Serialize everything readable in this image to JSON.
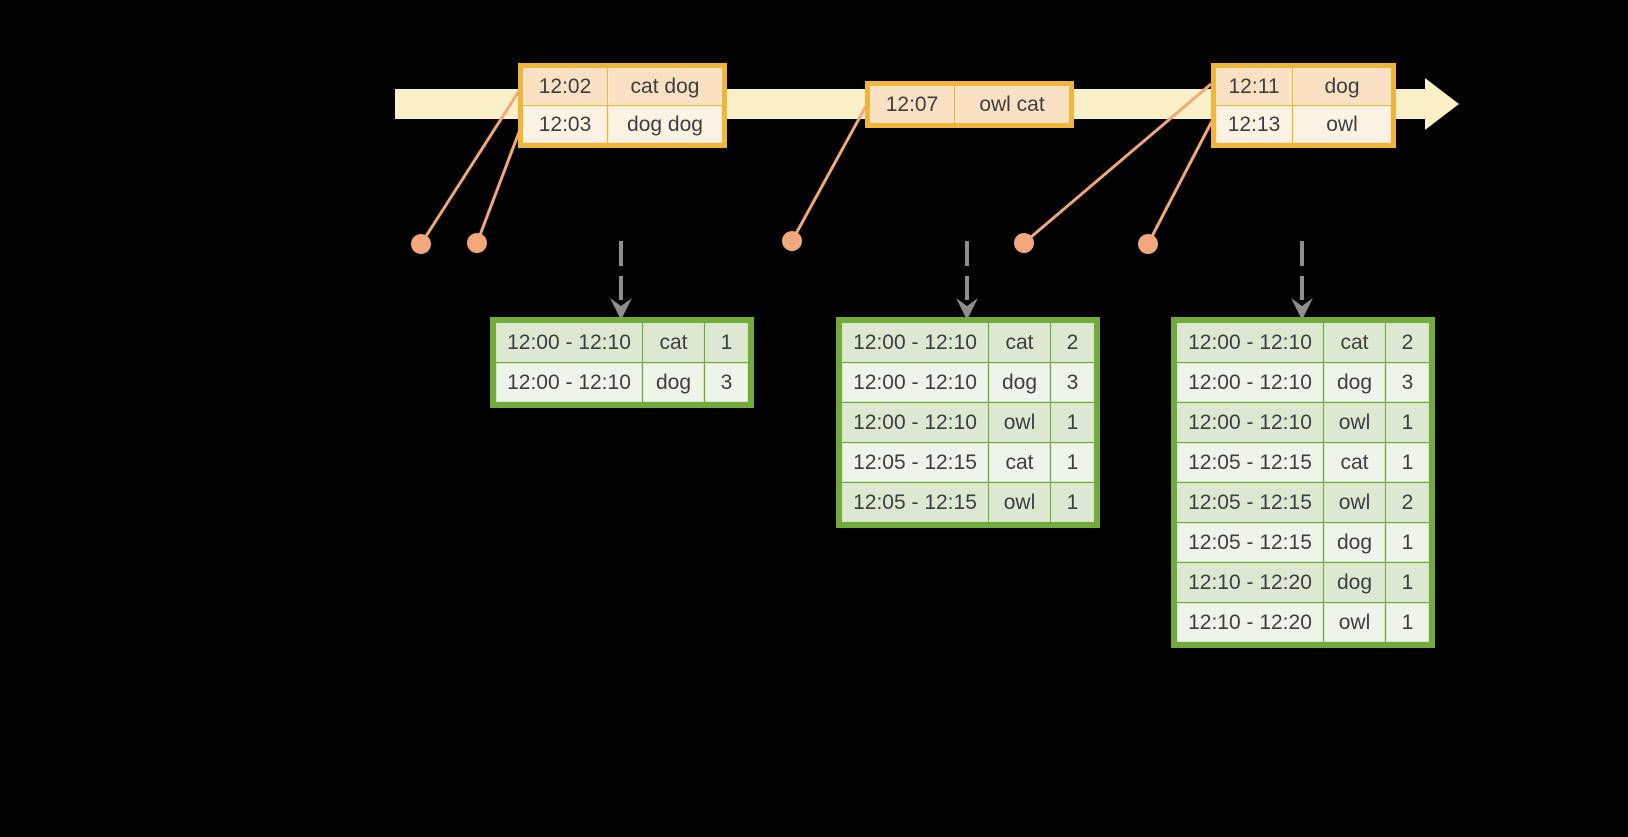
{
  "diagram": {
    "name": "windowed word-count streaming timeline",
    "colors": {
      "background": "#000000",
      "timeline_band": "#fbf0c7",
      "event_border": "#f2b53c",
      "event_row_dark": "#fae1c4",
      "event_row_light": "#fdf3e4",
      "marker_salmon": "#f0a87c",
      "trigger_arrow_gray": "#8e8e8e",
      "result_border": "#73aa3e",
      "result_row_dark": "#dce8d1",
      "result_row_light": "#eff4ea",
      "text": "#3e3e3e"
    },
    "event_tables": [
      {
        "rows": [
          {
            "time": "12:02",
            "words": "cat dog"
          },
          {
            "time": "12:03",
            "words": "dog dog"
          }
        ]
      },
      {
        "rows": [
          {
            "time": "12:07",
            "words": "owl cat"
          }
        ]
      },
      {
        "rows": [
          {
            "time": "12:11",
            "words": "dog"
          },
          {
            "time": "12:13",
            "words": "owl"
          }
        ]
      }
    ],
    "result_tables": [
      {
        "rows": [
          {
            "window": "12:00 - 12:10",
            "word": "cat",
            "count": "1"
          },
          {
            "window": "12:00 - 12:10",
            "word": "dog",
            "count": "3"
          }
        ]
      },
      {
        "rows": [
          {
            "window": "12:00 - 12:10",
            "word": "cat",
            "count": "2"
          },
          {
            "window": "12:00 - 12:10",
            "word": "dog",
            "count": "3"
          },
          {
            "window": "12:00 - 12:10",
            "word": "owl",
            "count": "1"
          },
          {
            "window": "12:05 - 12:15",
            "word": "cat",
            "count": "1"
          },
          {
            "window": "12:05 - 12:15",
            "word": "owl",
            "count": "1"
          }
        ]
      },
      {
        "rows": [
          {
            "window": "12:00 - 12:10",
            "word": "cat",
            "count": "2"
          },
          {
            "window": "12:00 - 12:10",
            "word": "dog",
            "count": "3"
          },
          {
            "window": "12:00 - 12:10",
            "word": "owl",
            "count": "1"
          },
          {
            "window": "12:05 - 12:15",
            "word": "cat",
            "count": "1"
          },
          {
            "window": "12:05 - 12:15",
            "word": "owl",
            "count": "2"
          },
          {
            "window": "12:05 - 12:15",
            "word": "dog",
            "count": "1"
          },
          {
            "window": "12:10 - 12:20",
            "word": "dog",
            "count": "1"
          },
          {
            "window": "12:10 - 12:20",
            "word": "owl",
            "count": "1"
          }
        ]
      }
    ]
  }
}
